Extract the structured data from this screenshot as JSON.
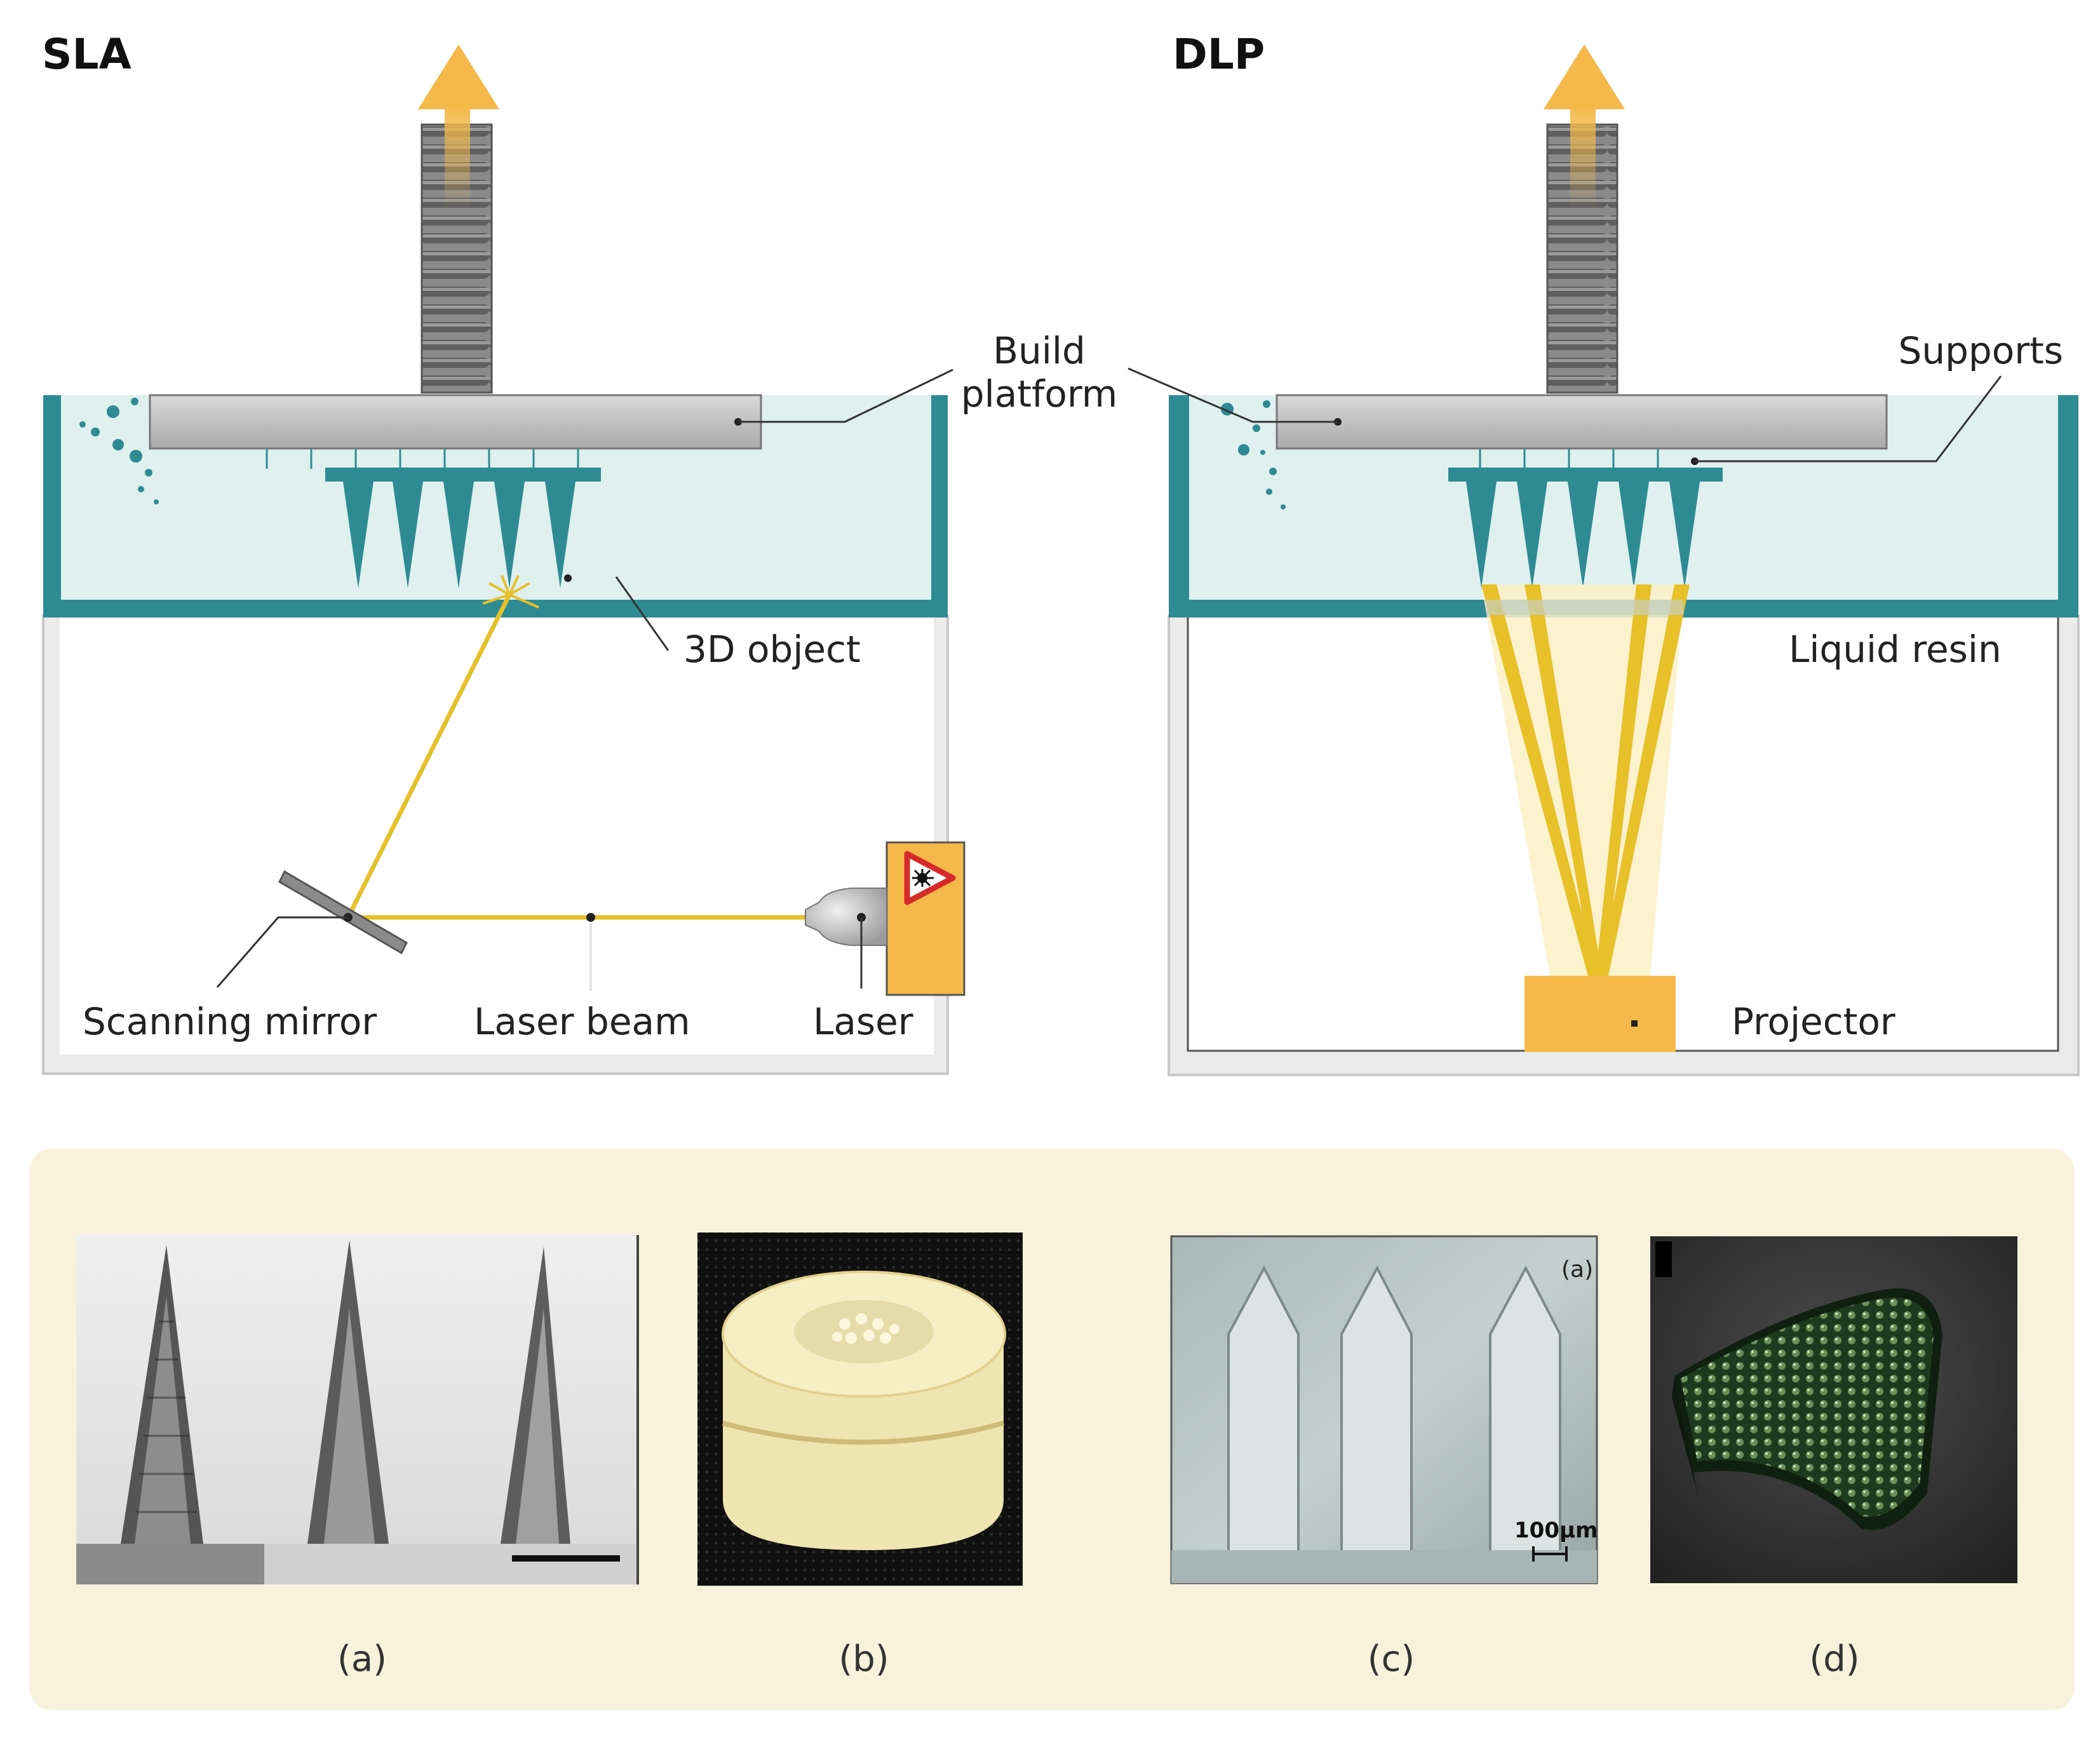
{
  "sla": {
    "title": "SLA",
    "labels": {
      "build_platform_line1": "Build",
      "build_platform_line2": "platform",
      "object": "3D object",
      "mirror": "Scanning mirror",
      "beam": "Laser beam",
      "laser": "Laser"
    }
  },
  "dlp": {
    "title": "DLP",
    "labels": {
      "supports": "Supports",
      "resin": "Liquid resin",
      "projector": "Projector"
    }
  },
  "panels": {
    "a": "(a)",
    "b": "(b)",
    "c": "(c)",
    "d": "(d)",
    "c_inset": "(a)",
    "c_scale": "100μm"
  },
  "colors": {
    "teal": "#2e8b94",
    "resin": "#dff0ee",
    "orange": "#f4b94a",
    "beam": "#e7c02a",
    "panel_bg": "#f8f2dd",
    "laser_warning": "#d72a2a"
  }
}
